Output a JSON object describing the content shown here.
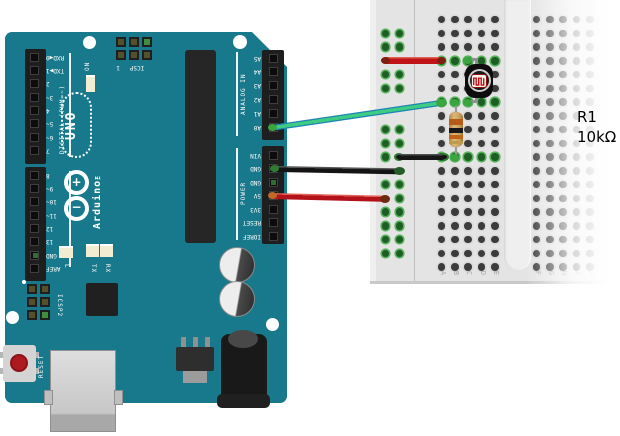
{
  "annotation": {
    "ref": "R1",
    "value": "10kΩ"
  },
  "arduino": {
    "silkscreen": {
      "model": "UNO",
      "brand": "Arduino™",
      "digital_label": "DIGITAL (PWM=~)",
      "analog_label": "ANALOG IN",
      "power_label": "POWER",
      "icsp_label": "ICSP",
      "icsp_pin1": "1",
      "icsp2_label": "ICSP2",
      "on_label": "ON",
      "led_l": "L",
      "led_tx": "TX",
      "led_rx": "RX",
      "reset_label": "RESET",
      "logo_plus": "+",
      "logo_minus": "−"
    },
    "digital_pins_top": [
      "RXD◀0",
      "TXD▶1",
      "2",
      "3~",
      "4",
      "5~",
      "6~",
      "7"
    ],
    "digital_pins_bottom": [
      "8",
      "9~",
      "10~",
      "11~",
      "12",
      "13",
      "GND",
      "AREF"
    ],
    "analog_pins": [
      "A5",
      "A4",
      "A3",
      "A2",
      "A1",
      "A0"
    ],
    "power_pins": [
      "VIN",
      "GND",
      "GND",
      "5V",
      "3V3",
      "RESET",
      "IOREF"
    ]
  },
  "breadboard": {
    "column_labels": [
      "A",
      "B",
      "C",
      "D",
      "E",
      "F",
      "G",
      "H",
      "I",
      "J"
    ]
  },
  "components": {
    "photoresistor": {
      "type": "LDR",
      "connects": [
        "column C row 4",
        "column C row 7"
      ]
    },
    "resistor": {
      "ref": "R1",
      "value": "10kΩ",
      "bands": [
        "orange",
        "black",
        "orange",
        "gold"
      ],
      "connects": [
        "column B row 7",
        "column B row 11"
      ]
    }
  },
  "wires": {
    "analog_signal": {
      "color_name": "green",
      "from": "Arduino A0",
      "to": "breadboard column A row 7"
    },
    "ground": {
      "color_name": "black",
      "from": "Arduino GND",
      "to": "left rail inner column"
    },
    "power": {
      "color_name": "red",
      "from": "Arduino 5V",
      "to": "left rail outer column"
    },
    "power_bridge": {
      "color_name": "red",
      "from": "left rail outer column",
      "to": "breadboard column A row 4"
    },
    "ground_bridge": {
      "color_name": "black",
      "from": "left rail inner column",
      "to": "breadboard column A row 11"
    }
  },
  "colors": {
    "arduino_board": "#17798b",
    "silkscreen": "#ffffff",
    "breadboard": "#e4e4e4",
    "hole_connected": "#55b25b",
    "wire_red": "#c01318",
    "wire_black": "#1f1f1f",
    "wire_green": "#3ecb82",
    "wire_green_edge": "#1d86b4",
    "resistor_body": "#cda55e"
  }
}
